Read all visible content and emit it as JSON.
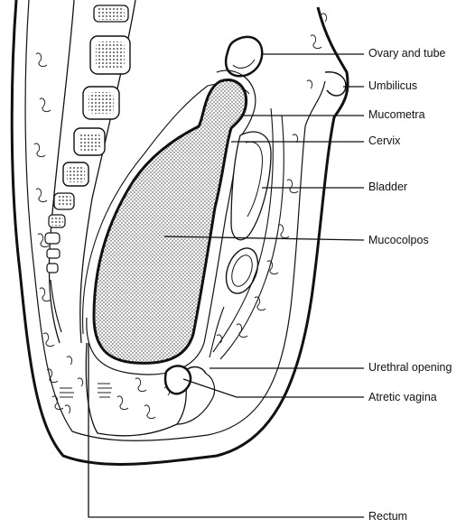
{
  "labels": {
    "ovary_and_tube": "Ovary and tube",
    "umbilicus": "Umbilicus",
    "mucometra": "Mucometra",
    "cervix": "Cervix",
    "bladder": "Bladder",
    "mucocolpos": "Mucocolpos",
    "urethral_opening": "Urethral opening",
    "atretic_vagina": "Atretic vagina",
    "rectum": "Rectum"
  }
}
